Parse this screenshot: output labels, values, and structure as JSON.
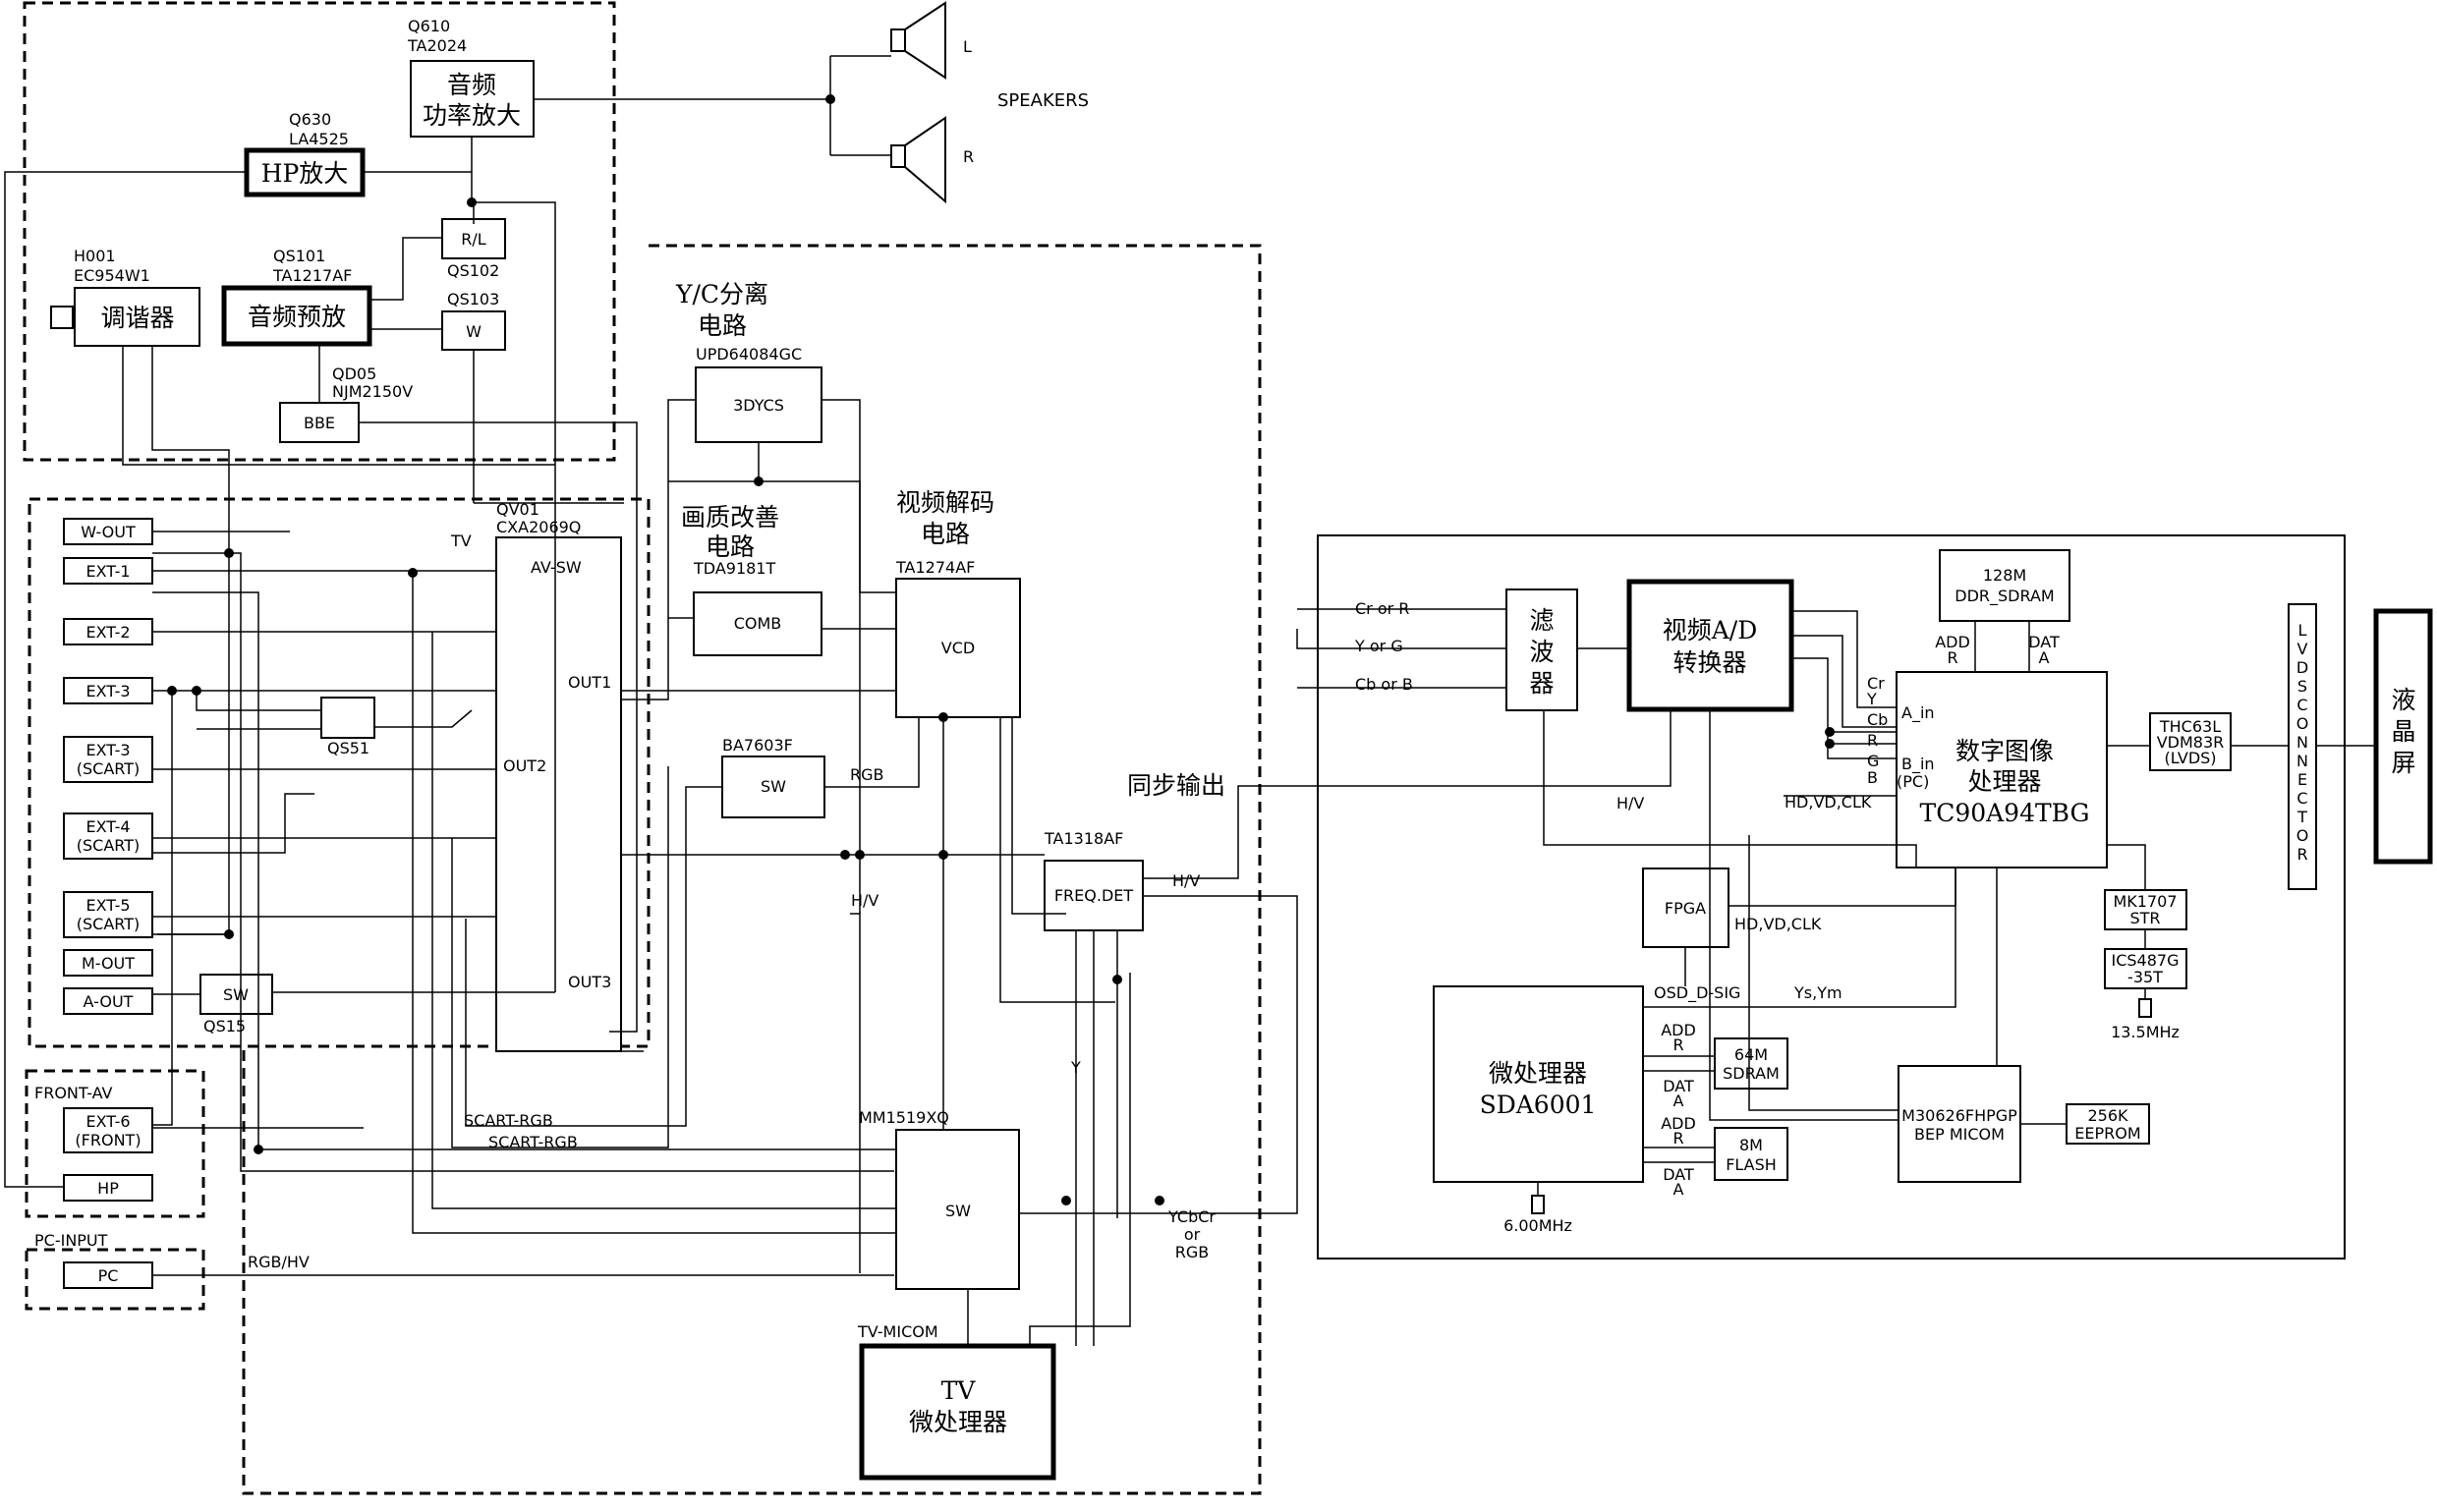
{
  "speakers": {
    "label": "SPEAKERS",
    "left": "L",
    "right": "R"
  },
  "audio": {
    "amp": {
      "ref": "Q610",
      "part": "TA2024",
      "line1": "音频",
      "line2": "功率放大"
    },
    "hp_amp": {
      "ref": "Q630",
      "part": "LA4525",
      "name": "HP放大"
    },
    "tuner": {
      "ref": "H001",
      "part": "EC954W1",
      "name": "调谐器"
    },
    "preamp": {
      "ref": "QS101",
      "part": "TA1217AF",
      "name": "音频预放"
    },
    "rl": {
      "name": "R/L",
      "ref": "QS102"
    },
    "w": {
      "ref": "QS103",
      "name": "W"
    },
    "bbe": {
      "ref": "QD05",
      "part": "NJM2150V",
      "name": "BBE"
    }
  },
  "ports": [
    "W-OUT",
    "EXT-1",
    "EXT-2",
    "EXT-3",
    "EXT-3\n(SCART)",
    "EXT-4\n(SCART)",
    "EXT-5\n(SCART)",
    "M-OUT",
    "A-OUT"
  ],
  "front_av": {
    "label": "FRONT-AV",
    "ext6": "EXT-6\n(FRONT)",
    "hp": "HP"
  },
  "pc_input": {
    "label": "PC-INPUT",
    "pc": "PC"
  },
  "avsw": {
    "ref": "QV01",
    "part": "CXA2069Q",
    "name": "AV-SW",
    "out1": "OUT1",
    "out2": "OUT2",
    "out3": "OUT3",
    "tv": "TV"
  },
  "qs51": "QS51",
  "qs15": {
    "name": "SW",
    "ref": "QS15"
  },
  "yc_sep": {
    "title1": "Y/C分离",
    "title2": "电路",
    "part": "UPD64084GC",
    "name": "3DYCS"
  },
  "comb": {
    "title1": "画质改善",
    "title2": "电路",
    "part": "TDA9181T",
    "name": "COMB"
  },
  "vcd": {
    "title1": "视频解码",
    "title2": "电路",
    "part": "TA1274AF",
    "name": "VCD"
  },
  "rgbsw": {
    "part": "BA7603F",
    "name": "SW",
    "rgb": "RGB"
  },
  "freq": {
    "part": "TA1318AF",
    "name": "FREQ.DET",
    "hv": "H/V",
    "hv_in": "H/V"
  },
  "sync_out": "同步输出",
  "mainsw": {
    "part": "MM1519XQ",
    "name": "SW",
    "y": "Y",
    "ycbcr": "YCbCr\nor\nRGB"
  },
  "tvmicom": {
    "label": "TV-MICOM",
    "line1": "TV",
    "line2": "微处理器"
  },
  "scart_rgb": [
    "SCART-RGB",
    "SCART-RGB"
  ],
  "rgbhv": "RGB/HV",
  "panel": {
    "inputs": [
      "Cr  or  R",
      "Y   or  G",
      "Cb  or  B"
    ],
    "filter": "滤\n波\n器",
    "adc": {
      "line1": "视频A/D",
      "line2": "转换器"
    },
    "ddr": {
      "line1": "128M",
      "line2": "DDR_SDRAM"
    },
    "ddr_add": "ADD\nR",
    "ddr_dat": "DAT\nA",
    "dip": {
      "line1": "数字图像",
      "line2": "处理器",
      "line3": "TC90A94TBG",
      "a_in": "A_in",
      "b_in": "B_in",
      "pc": "(PC)"
    },
    "dip_pins": [
      "Cr",
      "Y",
      "Cb",
      "R",
      "G",
      "B"
    ],
    "hvclk": "HD,VD,CLK",
    "hv": "H/V",
    "thc": {
      "line1": "THC63L",
      "line2": "VDM83R",
      "line3": "(LVDS)"
    },
    "lvds": "LVDS CONNECTOR",
    "lcd": "液\n晶\n屏",
    "mk": {
      "line1": "MK1707",
      "line2": "STR"
    },
    "ics": {
      "line1": "ICS487G",
      "line2": "-35T"
    },
    "xtal1": "13.5MHz",
    "fpga": "FPGA",
    "fpga_sig": "HD,VD,CLK",
    "osd": "OSD_D-SIG",
    "ysym": "Ys,Ym",
    "mpu": {
      "line1": "微处理器",
      "line2": "SDA6001"
    },
    "sdram": {
      "line1": "64M",
      "line2": "SDRAM"
    },
    "flash": {
      "line1": "8M",
      "line2": "FLASH"
    },
    "add": "ADD\nR",
    "dat": "DAT\nA",
    "xtal2": "6.00MHz",
    "bep": {
      "line1": "M30626FHPGP",
      "line2": "BEP MICOM"
    },
    "eeprom": {
      "line1": "256K",
      "line2": "EEPROM"
    }
  }
}
